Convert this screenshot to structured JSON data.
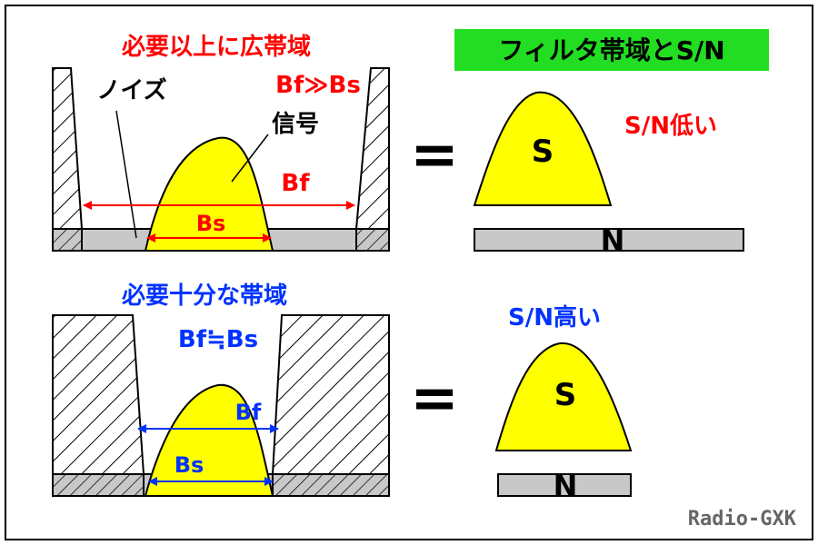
{
  "title": "フィルタ帯域とS/N",
  "top": {
    "heading": "必要以上に広帯域",
    "relation": "Bf≫Bs",
    "noise_label": "ノイズ",
    "signal_label": "信号",
    "bf_label": "Bf",
    "bs_label": "Bs",
    "result_label": "S/N低い"
  },
  "bottom": {
    "heading": "必要十分な帯域",
    "relation": "Bf≒Bs",
    "bf_label": "Bf",
    "bs_label": "Bs",
    "result_label": "S/N高い"
  },
  "equals": "=",
  "s_label": "S",
  "n_label": "N",
  "watermark": "Radio-GXK",
  "colors": {
    "signal_fill": "#ffff00",
    "noise_fill": "#c8c8c8",
    "title_bg": "#22dd22",
    "red": "#ff0000",
    "blue": "#0033ff",
    "watermark": "#666666"
  }
}
